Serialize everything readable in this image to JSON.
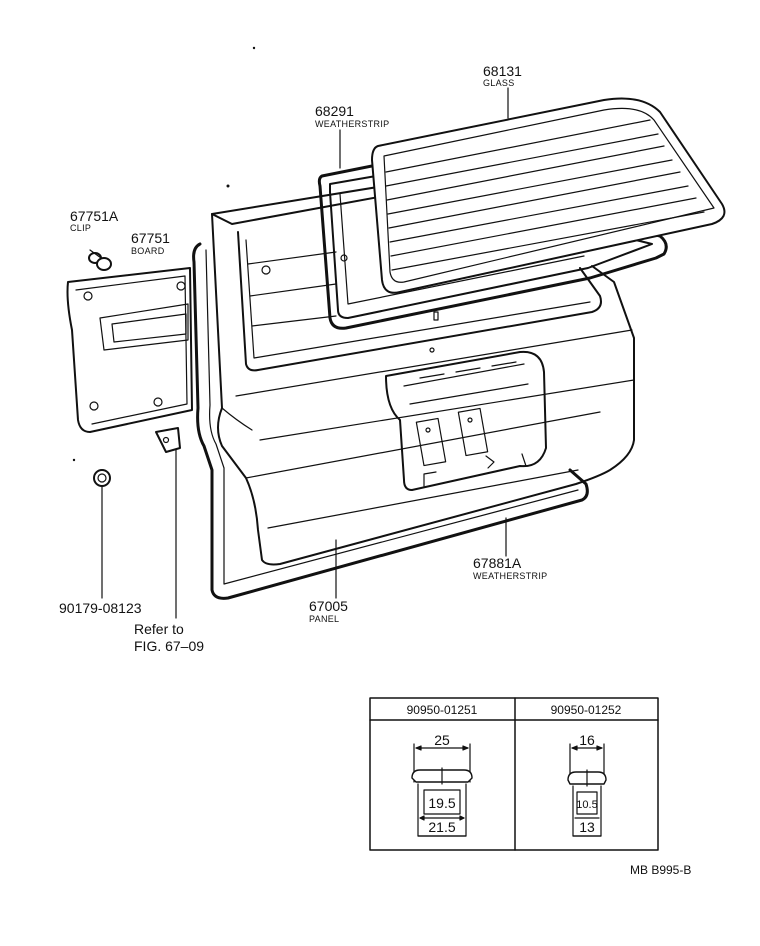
{
  "callouts": {
    "glass": {
      "number": "68131",
      "name": "GLASS"
    },
    "weatherstrip_upper": {
      "number": "68291",
      "name": "WEATHERSTRIP"
    },
    "clip": {
      "number": "67751A",
      "name": "CLIP"
    },
    "board": {
      "number": "67751",
      "name": "BOARD"
    },
    "weatherstrip_lower": {
      "number": "67881A",
      "name": "WEATHERSTRIP"
    },
    "panel": {
      "number": "67005",
      "name": "PANEL"
    },
    "bolt": {
      "number": "90179-08123"
    },
    "refer": {
      "line1": "Refer to",
      "line2": "FIG. 67–09"
    }
  },
  "spec_table": {
    "columns": [
      {
        "part": "90950-01251",
        "top": "25",
        "mid": "19.5",
        "bottom": "21.5"
      },
      {
        "part": "90950-01252",
        "top": "16",
        "mid": "10.5",
        "bottom": "13"
      }
    ]
  },
  "diagram_code": "MB B995-B"
}
